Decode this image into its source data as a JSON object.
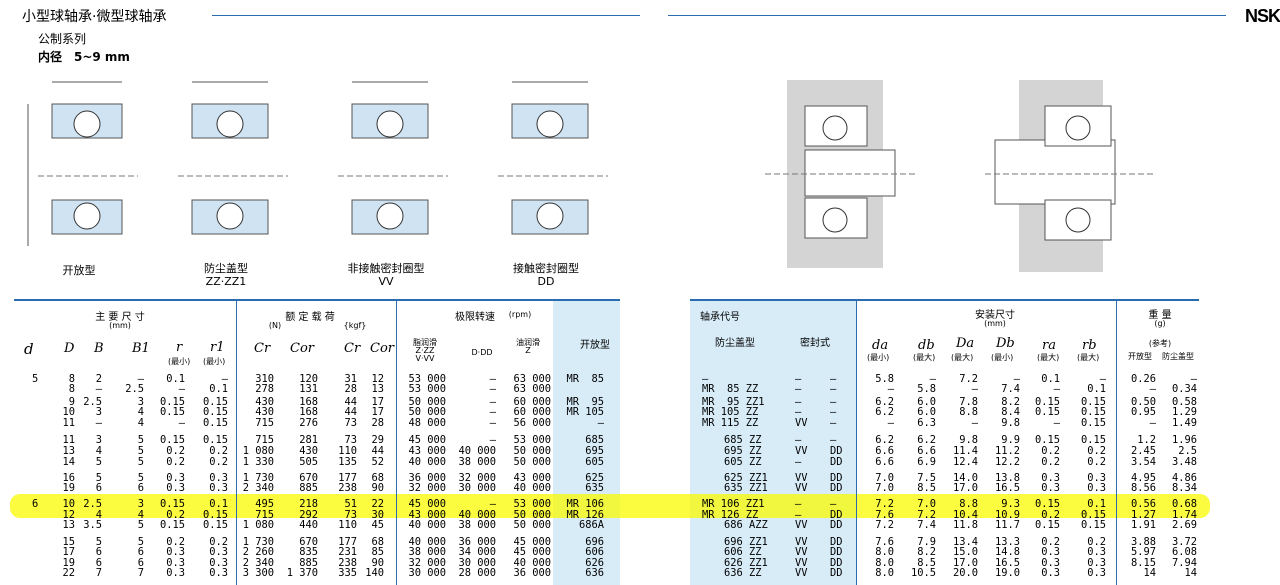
{
  "header": {
    "title": "小型球轴承·微型球轴承",
    "series": "公制系列",
    "bore": "内径　5~9 mm",
    "brand": "NSK"
  },
  "figures": [
    {
      "label": "开放型",
      "code": ""
    },
    {
      "label": "防尘盖型",
      "code": "ZZ·ZZ1"
    },
    {
      "label": "非接触密封圈型",
      "code": "VV"
    },
    {
      "label": "接触密封圈型",
      "code": "DD"
    }
  ],
  "left_table": {
    "group_main": "主 要 尺 寸",
    "group_main_unit": "(mm)",
    "group_load": "额 定 载 荷",
    "group_load_n": "(N)",
    "group_load_kgf": "{kgf}",
    "group_speed": "极限转速",
    "group_speed_unit": "(rpm)",
    "col_d": "d",
    "col_D": "D",
    "col_B": "B",
    "col_B1": "B1",
    "col_r": "r",
    "col_r_note": "(最小)",
    "col_r1": "r1",
    "col_r1_note": "(最小)",
    "col_Cr": "Cr",
    "col_Cor": "Cor",
    "col_Cr2": "Cr",
    "col_Cor2": "Cor",
    "col_grease": "脂润滑",
    "col_grease_sub": "Z·ZZ",
    "col_grease_sub2": "V·VV",
    "col_dd": "D·DD",
    "col_oil": "油润滑",
    "col_oil_sub": "Z",
    "col_open": "开放型",
    "rows": [
      [
        "5",
        "8",
        "2",
        "—",
        "0.1",
        "—",
        "310",
        "120",
        "31",
        "12",
        "53 000",
        "—",
        "63 000",
        "MR  85"
      ],
      [
        "",
        "8",
        "—",
        "2.5",
        "—",
        "0.1",
        "278",
        "131",
        "28",
        "13",
        "53 000",
        "—",
        "63 000",
        ""
      ],
      [
        "",
        "9",
        "2.5",
        "3",
        "0.15",
        "0.15",
        "430",
        "168",
        "44",
        "17",
        "50 000",
        "—",
        "60 000",
        "MR  95"
      ],
      [
        "",
        "10",
        "3",
        "4",
        "0.15",
        "0.15",
        "430",
        "168",
        "44",
        "17",
        "50 000",
        "—",
        "60 000",
        "MR 105"
      ],
      [
        "",
        "11",
        "—",
        "4",
        "—",
        "0.15",
        "715",
        "276",
        "73",
        "28",
        "48 000",
        "—",
        "56 000",
        "—"
      ],
      [
        "",
        "11",
        "3",
        "5",
        "0.15",
        "0.15",
        "715",
        "281",
        "73",
        "29",
        "45 000",
        "—",
        "53 000",
        "685"
      ],
      [
        "",
        "13",
        "4",
        "5",
        "0.2",
        "0.2",
        "1 080",
        "430",
        "110",
        "44",
        "43 000",
        "40 000",
        "50 000",
        "695"
      ],
      [
        "",
        "14",
        "5",
        "5",
        "0.2",
        "0.2",
        "1 330",
        "505",
        "135",
        "52",
        "40 000",
        "38 000",
        "50 000",
        "605"
      ],
      [
        "",
        "16",
        "5",
        "5",
        "0.3",
        "0.3",
        "1 730",
        "670",
        "177",
        "68",
        "36 000",
        "32 000",
        "43 000",
        "625"
      ],
      [
        "",
        "19",
        "6",
        "6",
        "0.3",
        "0.3",
        "2 340",
        "885",
        "238",
        "90",
        "32 000",
        "30 000",
        "40 000",
        "635"
      ],
      [
        "6",
        "10",
        "2.5",
        "3",
        "0.15",
        "0.1",
        "495",
        "218",
        "51",
        "22",
        "45 000",
        "—",
        "53 000",
        "MR 106"
      ],
      [
        "",
        "12",
        "4",
        "4",
        "0.2",
        "0.15",
        "715",
        "292",
        "73",
        "30",
        "43 000",
        "40 000",
        "50 000",
        "MR 126"
      ],
      [
        "",
        "13",
        "3.5",
        "5",
        "0.15",
        "0.15",
        "1 080",
        "440",
        "110",
        "45",
        "40 000",
        "38 000",
        "50 000",
        "686A"
      ],
      [
        "",
        "15",
        "5",
        "5",
        "0.2",
        "0.2",
        "1 730",
        "670",
        "177",
        "68",
        "40 000",
        "36 000",
        "45 000",
        "696"
      ],
      [
        "",
        "17",
        "6",
        "6",
        "0.3",
        "0.3",
        "2 260",
        "835",
        "231",
        "85",
        "38 000",
        "34 000",
        "45 000",
        "606"
      ],
      [
        "",
        "19",
        "6",
        "6",
        "0.3",
        "0.3",
        "2 340",
        "885",
        "238",
        "90",
        "32 000",
        "30 000",
        "40 000",
        "626"
      ],
      [
        "",
        "22",
        "7",
        "7",
        "0.3",
        "0.3",
        "3 300",
        "1 370",
        "335",
        "140",
        "30 000",
        "28 000",
        "36 000",
        "636"
      ]
    ]
  },
  "right_table": {
    "group_code": "轴承代号",
    "col_shield": "防尘盖型",
    "col_seal": "密封式",
    "group_mount": "安装尺寸",
    "group_mount_unit": "(mm)",
    "group_weight": "重 量",
    "group_weight_unit": "(g)",
    "weight_ref": "(参考)",
    "col_w_open": "开放型",
    "col_w_shield": "防尘盖型",
    "col_da": "da",
    "col_db": "db",
    "col_Da": "Da",
    "col_Db": "Db",
    "col_ra": "ra",
    "col_rb": "rb",
    "n_min": "(最小)",
    "n_max": "(最大)",
    "rows": [
      [
        "—",
        "—",
        "—",
        "5.8",
        "—",
        "7.2",
        "—",
        "0.1",
        "—",
        "0.26",
        "—"
      ],
      [
        "MR  85 ZZ",
        "—",
        "—",
        "—",
        "5.8",
        "—",
        "7.4",
        "—",
        "0.1",
        "—",
        "0.34"
      ],
      [
        "MR  95 ZZ1",
        "—",
        "—",
        "6.2",
        "6.0",
        "7.8",
        "8.2",
        "0.15",
        "0.15",
        "0.50",
        "0.58"
      ],
      [
        "MR 105 ZZ",
        "—",
        "—",
        "6.2",
        "6.0",
        "8.8",
        "8.4",
        "0.15",
        "0.15",
        "0.95",
        "1.29"
      ],
      [
        "MR 115 ZZ",
        "VV",
        "—",
        "—",
        "6.3",
        "—",
        "9.8",
        "—",
        "0.15",
        "—",
        "1.49"
      ],
      [
        "685 ZZ",
        "—",
        "—",
        "6.2",
        "6.2",
        "9.8",
        "9.9",
        "0.15",
        "0.15",
        "1.2",
        "1.96"
      ],
      [
        "695 ZZ",
        "VV",
        "DD",
        "6.6",
        "6.6",
        "11.4",
        "11.2",
        "0.2",
        "0.2",
        "2.45",
        "2.5"
      ],
      [
        "605 ZZ",
        "—",
        "DD",
        "6.6",
        "6.9",
        "12.4",
        "12.2",
        "0.2",
        "0.2",
        "3.54",
        "3.48"
      ],
      [
        "625 ZZ1",
        "VV",
        "DD",
        "7.0",
        "7.5",
        "14.0",
        "13.8",
        "0.3",
        "0.3",
        "4.95",
        "4.86"
      ],
      [
        "635 ZZ1",
        "VV",
        "DD",
        "7.0",
        "8.5",
        "17.0",
        "16.5",
        "0.3",
        "0.3",
        "8.56",
        "8.34"
      ],
      [
        "MR 106 ZZ1",
        "—",
        "—",
        "7.2",
        "7.0",
        "8.8",
        "9.3",
        "0.15",
        "0.1",
        "0.56",
        "0.68"
      ],
      [
        "MR 126 ZZ",
        "—",
        "DD",
        "7.6",
        "7.2",
        "10.4",
        "10.9",
        "0.2",
        "0.15",
        "1.27",
        "1.74"
      ],
      [
        "686 AZZ",
        "VV",
        "DD",
        "7.2",
        "7.4",
        "11.8",
        "11.7",
        "0.15",
        "0.15",
        "1.91",
        "2.69"
      ],
      [
        "696 ZZ1",
        "VV",
        "DD",
        "7.6",
        "7.9",
        "13.4",
        "13.3",
        "0.2",
        "0.2",
        "3.88",
        "3.72"
      ],
      [
        "606 ZZ",
        "VV",
        "DD",
        "8.0",
        "8.2",
        "15.0",
        "14.8",
        "0.3",
        "0.3",
        "5.97",
        "6.08"
      ],
      [
        "626 ZZ1",
        "VV",
        "DD",
        "8.0",
        "8.5",
        "17.0",
        "16.5",
        "0.3",
        "0.3",
        "8.15",
        "7.94"
      ],
      [
        "636 ZZ",
        "VV",
        "DD",
        "8.0",
        "10.5",
        "20.0",
        "19.0",
        "0.3",
        "0.3",
        "14",
        "14"
      ]
    ]
  },
  "colors": {
    "accent": "#2b6cb0",
    "blue_fill": "#d8ecf8",
    "highlight": "#f5f500"
  }
}
